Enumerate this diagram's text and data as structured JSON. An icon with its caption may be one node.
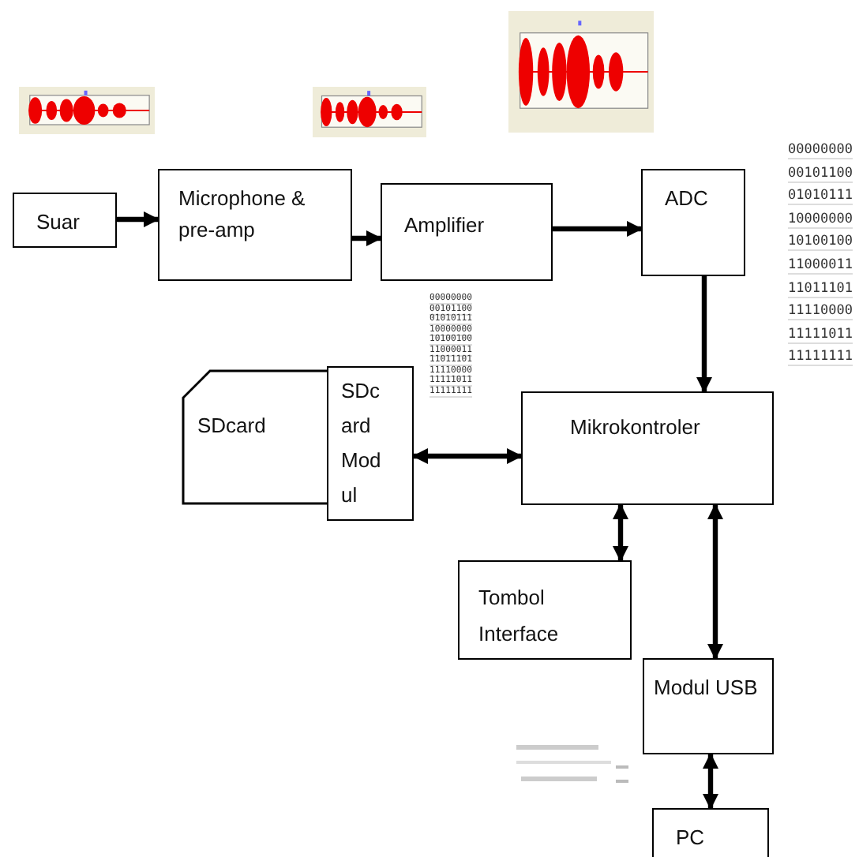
{
  "diagram": {
    "nodes": [
      {
        "text": [
          "Suar"
        ]
      },
      {
        "text": [
          "Microphone & pre-amp"
        ]
      },
      {
        "text": [
          "Amplifier"
        ]
      },
      {
        "text": [
          "ADC"
        ]
      },
      {
        "text": [
          "SDcard"
        ]
      },
      {
        "text": [
          "SDcard Modul"
        ]
      },
      {
        "text": [
          "Mikrokontroler"
        ]
      },
      {
        "text": [
          "Tombol Interface"
        ]
      },
      {
        "text": [
          "Modul USB"
        ]
      },
      {
        "text": [
          "PC"
        ]
      }
    ],
    "edges": [
      {
        "from": 0,
        "to": 1,
        "arrow": "to"
      },
      {
        "from": 1,
        "to": 2,
        "arrow": "to"
      },
      {
        "from": 2,
        "to": 3,
        "arrow": "to"
      },
      {
        "from": 3,
        "to": 6,
        "arrow": "to"
      },
      {
        "from": 5,
        "to": 6,
        "arrow": "both"
      },
      {
        "from": 6,
        "to": 7,
        "arrow": "both"
      },
      {
        "from": 6,
        "to": 8,
        "arrow": "both"
      },
      {
        "from": 8,
        "to": 9,
        "arrow": "both"
      }
    ],
    "labels": [
      "00000000",
      "00101100",
      "01010111",
      "10000000",
      "10100100",
      "11000011",
      "11011101",
      "11110000",
      "11111011",
      "11111111",
      "00000000",
      "00101100",
      "01010111",
      "10000000",
      "10100100",
      "11000011",
      "11011101",
      "11110000",
      "11111011",
      "11111111"
    ]
  }
}
